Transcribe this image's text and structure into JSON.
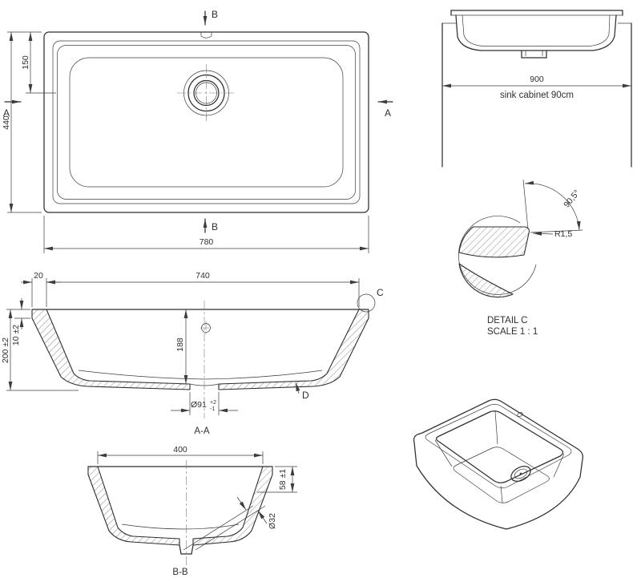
{
  "drawing": {
    "plan": {
      "width": "780",
      "height": "440",
      "drain_offset": "150",
      "section_a": "A",
      "section_b": "B"
    },
    "cabinet": {
      "width": "900",
      "label": "sink cabinet 90cm"
    },
    "detail_c": {
      "angle": "90,5°",
      "radius": "R1,5",
      "title": "DETAIL C",
      "scale": "SCALE 1 : 1"
    },
    "section_aa": {
      "title": "A-A",
      "flange": "20",
      "inner_width": "740",
      "rim_thickness": "10 ±2",
      "total_depth": "200 ±2",
      "inner_depth": "188",
      "drain_dia": "Ø91",
      "drain_tol_plus": "+2",
      "drain_tol_minus": "-1",
      "callout_c": "C",
      "callout_d": "D"
    },
    "section_bb": {
      "title": "B-B",
      "inner_width": "400",
      "depth": "58 ±1",
      "drain_dia": "Ø32"
    }
  }
}
